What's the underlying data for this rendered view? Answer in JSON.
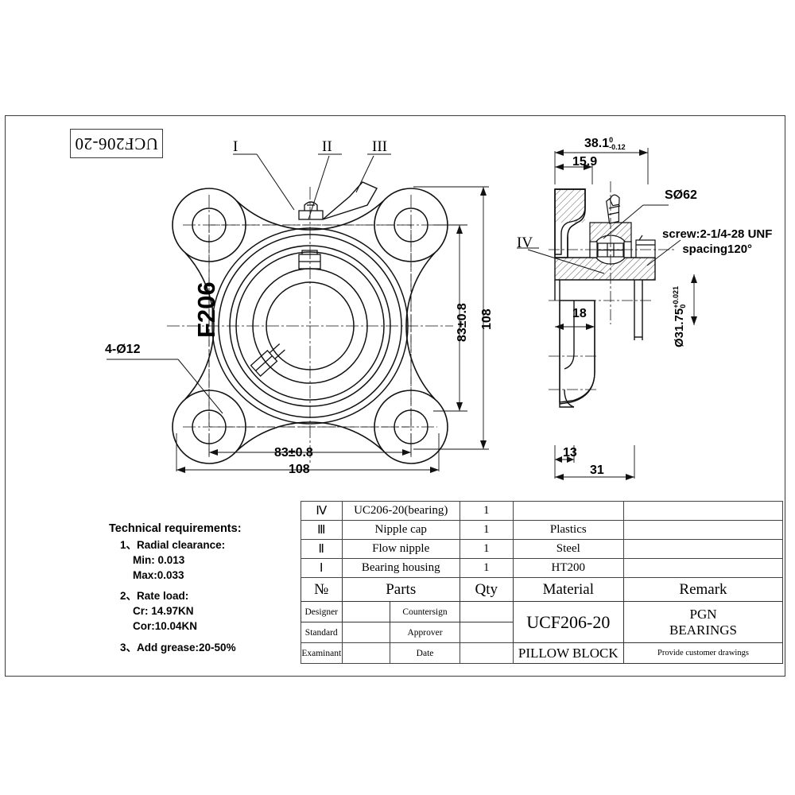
{
  "sheet": {
    "part_code_box": "UCF206-20",
    "front_view_label": "F206"
  },
  "front_view": {
    "callout_holes": "4-Ø12",
    "detail_marks": [
      "I",
      "II",
      "III"
    ],
    "dim_width_bolt": "83±0.8",
    "dim_width_overall": "108",
    "dim_height_bolt": "83±0.8",
    "dim_height_overall": "108"
  },
  "side_view": {
    "detail_mark": "IV",
    "dim_total": "38.1",
    "dim_total_tol_upper": "0",
    "dim_total_tol_lower": "-0.12",
    "dim_15_9": "15.9",
    "dim_18": "18",
    "dim_13": "13",
    "dim_31": "31",
    "sphere_dia": "SØ62",
    "screw_note_line1": "screw:2-1/4-28 UNF",
    "screw_note_line2": "spacing120°",
    "bore_dia": "Ø31.75",
    "bore_tol_upper": "+0.021",
    "bore_tol_lower": "0"
  },
  "technical_requirements": {
    "title": "Technical requirements:",
    "items": [
      {
        "num": "1、",
        "label": "Radial clearance:",
        "lines": [
          "Min: 0.013",
          "Max:0.033"
        ]
      },
      {
        "num": "2、",
        "label": "Rate load:",
        "lines": [
          "Cr:  14.97KN",
          "Cor:10.04KN"
        ]
      },
      {
        "num": "3、",
        "label": "Add grease:20-50%",
        "lines": []
      }
    ]
  },
  "bom": {
    "headers": {
      "no": "№",
      "parts": "Parts",
      "qty": "Qty",
      "material": "Material",
      "remark": "Remark"
    },
    "rows": [
      {
        "no": "Ⅳ",
        "part": "UC206-20(bearing)",
        "qty": "1",
        "material": "",
        "remark": ""
      },
      {
        "no": "Ⅲ",
        "part": "Nipple cap",
        "qty": "1",
        "material": "Plastics",
        "remark": ""
      },
      {
        "no": "Ⅱ",
        "part": "Flow nipple",
        "qty": "1",
        "material": "Steel",
        "remark": ""
      },
      {
        "no": "Ⅰ",
        "part": "Bearing housing",
        "qty": "1",
        "material": "HT200",
        "remark": ""
      }
    ]
  },
  "title_block": {
    "designer_label": "Designer",
    "standard_label": "Standard",
    "examinant_label": "Examinant",
    "countersign_label": "Countersign",
    "approver_label": "Approver",
    "date_label": "Date",
    "designer_value": "",
    "standard_value": "",
    "examinant_value": "",
    "countersign_value": "",
    "approver_value": "",
    "date_value": "",
    "part_number": "UCF206-20",
    "product_name": "PILLOW BLOCK",
    "company_line1": "PGN",
    "company_line2": "BEARINGS",
    "note": "Provide customer drawings"
  }
}
